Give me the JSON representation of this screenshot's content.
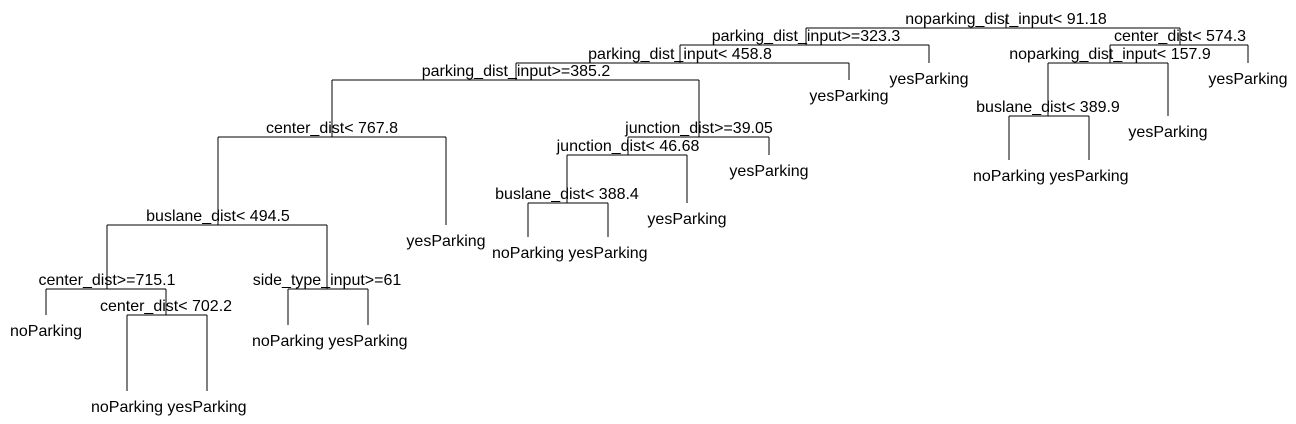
{
  "colors": {
    "background": "#ffffff",
    "line": "#000000",
    "text": "#000000"
  },
  "tree": {
    "split_labels": {
      "n1": "noparking_dist_input< 91.18",
      "n2": "parking_dist_input>=323.3",
      "n3": "parking_dist_input< 458.8",
      "n4": "parking_dist_input>=385.2",
      "n5": "center_dist< 767.8",
      "n6": "buslane_dist< 494.5",
      "n7": "center_dist>=715.1",
      "n8": "center_dist< 702.2",
      "n9": "side_type_input>=61",
      "n10": "junction_dist>=39.05",
      "n11": "junction_dist< 46.68",
      "n12": "buslane_dist< 388.4",
      "n13": "center_dist< 574.3",
      "n14": "noparking_dist_input< 157.9",
      "n15": "buslane_dist< 389.9"
    },
    "leaf_labels": {
      "l1": "noParking",
      "l2": "noParking",
      "l3": "yesParking",
      "l4": "noParking",
      "l5": "yesParking",
      "l6": "yesParking",
      "l7": "noParking",
      "l8": "yesParking",
      "l9": "yesParking",
      "l10": "yesParking",
      "l11": "yesParking",
      "l12": "yesParking",
      "l13": "noParking",
      "l14": "yesParking",
      "l15": "yesParking",
      "l16": "yesParking"
    }
  }
}
